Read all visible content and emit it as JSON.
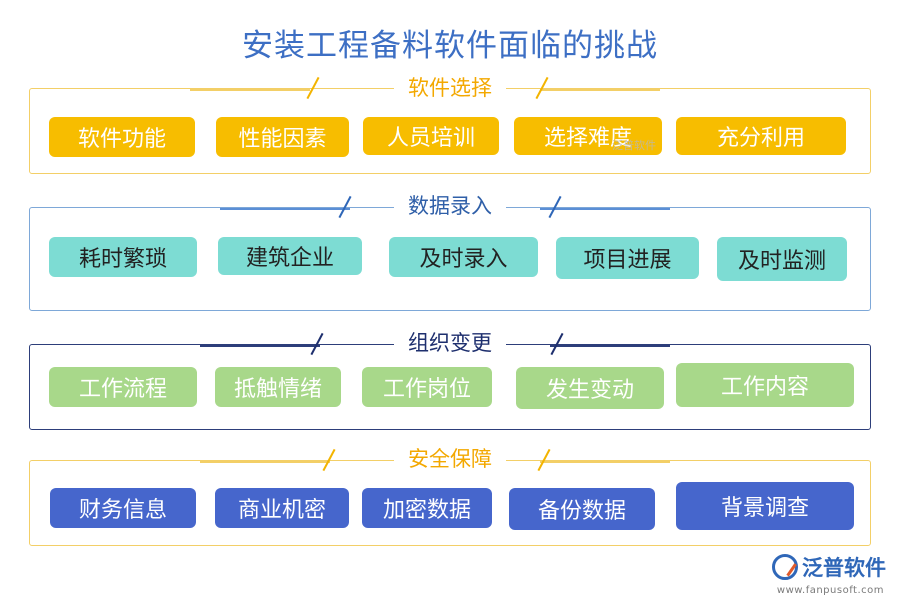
{
  "title": "安装工程备料软件面临的挑战",
  "colors": {
    "title": "#3d6fc4",
    "yellow": "#f7bd00",
    "teal": "#7ddcd3",
    "green": "#a8d88a",
    "blue": "#4666cc",
    "border_yellow": "#f3cf67",
    "border_blue": "#7ea8d8",
    "border_navy": "#2d3e7a",
    "border_gold": "#f3cf67"
  },
  "sections": [
    {
      "label": "软件选择",
      "items": [
        "软件功能",
        "性能因素",
        "人员培训",
        "选择难度",
        "充分利用"
      ]
    },
    {
      "label": "数据录入",
      "items": [
        "耗时繁琐",
        "建筑企业",
        "及时录入",
        "项目进展",
        "及时监测"
      ]
    },
    {
      "label": "组织变更",
      "items": [
        "工作流程",
        "抵触情绪",
        "工作岗位",
        "发生变动",
        "工作内容"
      ]
    },
    {
      "label": "安全保障",
      "items": [
        "财务信息",
        "商业机密",
        "加密数据",
        "备份数据",
        "背景调查"
      ]
    }
  ],
  "watermark": "泛普软件",
  "logo": {
    "name": "泛普软件",
    "url": "www.fanpusoft.com",
    "icon": "fanpu-logo-icon"
  }
}
